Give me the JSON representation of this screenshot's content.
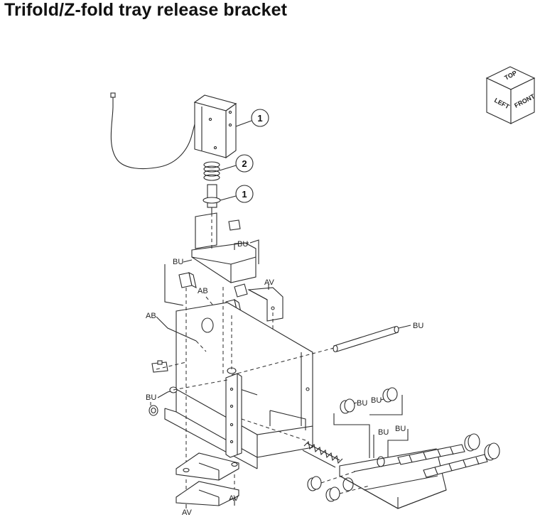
{
  "title": "Trifold/Z-fold tray release bracket",
  "callouts": [
    "1",
    "2",
    "1"
  ],
  "labels": {
    "bu_top": "BU",
    "bu_left": "BU",
    "ab_upper": "AB",
    "ab_left": "AB",
    "av_top": "AV",
    "bu_shaft": "BU",
    "bu_side": "BU",
    "bu_roller_a": "BU",
    "bu_roller_b": "BU",
    "bu_roller_c": "BU",
    "bu_roller_d": "BU",
    "av_bottom_right": "AV",
    "av_bottom": "AV"
  },
  "orientation": {
    "top": "TOP",
    "left": "LEFT",
    "front": "FRONT"
  }
}
